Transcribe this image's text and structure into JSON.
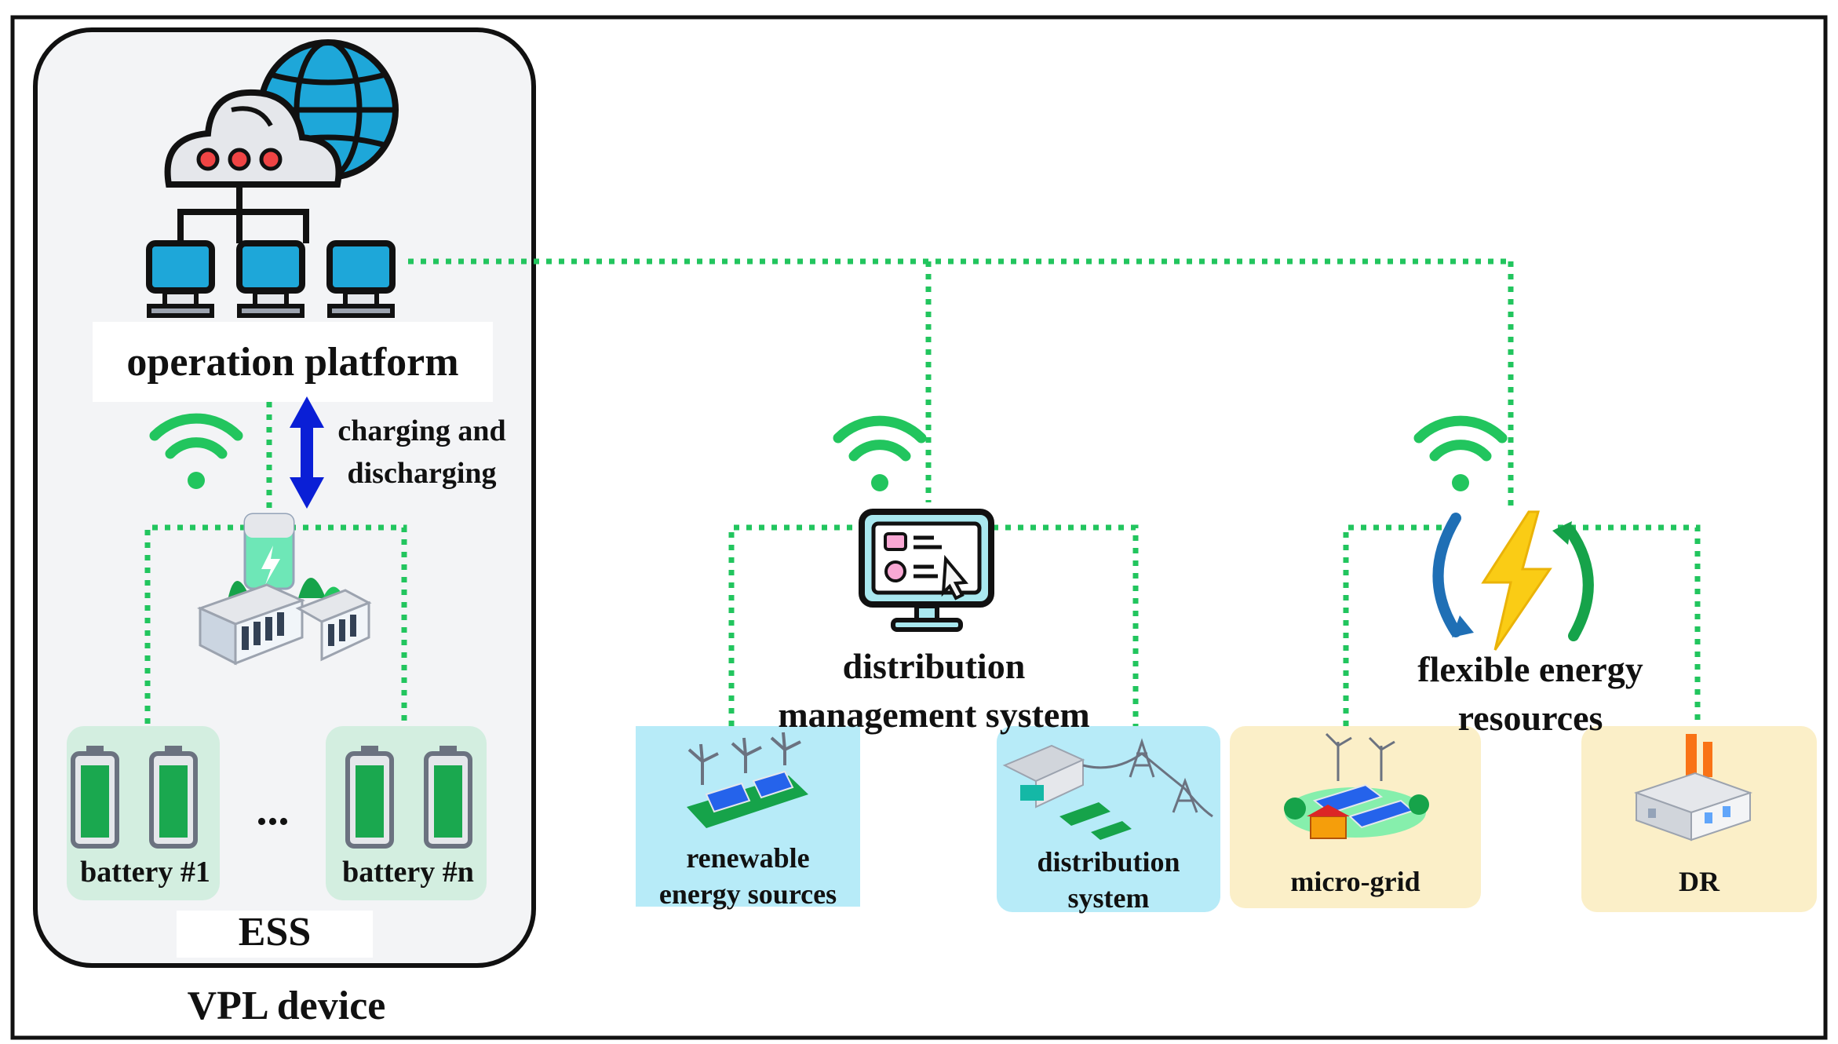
{
  "vpl": {
    "platform_label": "operation platform",
    "charge_label_line1": "charging and",
    "charge_label_line2": "discharging",
    "battery1_label": "battery #1",
    "batteryn_label": "battery #n",
    "ellipsis": "...",
    "ess_label": "ESS",
    "device_label": "VPL device"
  },
  "dms": {
    "label_line1": "distribution",
    "label_line2": "management system",
    "renewable_line1": "renewable",
    "renewable_line2": "energy sources",
    "distsys_line1": "distribution",
    "distsys_line2": "system"
  },
  "fer": {
    "label_line1": "flexible energy",
    "label_line2": "resources",
    "microgrid_label": "micro-grid",
    "dr_label": "DR"
  },
  "colors": {
    "link_green": "#22c55e",
    "arrow_blue": "#0a1fd6",
    "battery_green": "#1aa84f",
    "monitor_cyan": "#a9e8ef",
    "card_blue": "#b7ebf8",
    "card_yellow": "#fbefc8",
    "ess_card": "#d3eee0",
    "vpl_panel": "#f3f4f6"
  }
}
